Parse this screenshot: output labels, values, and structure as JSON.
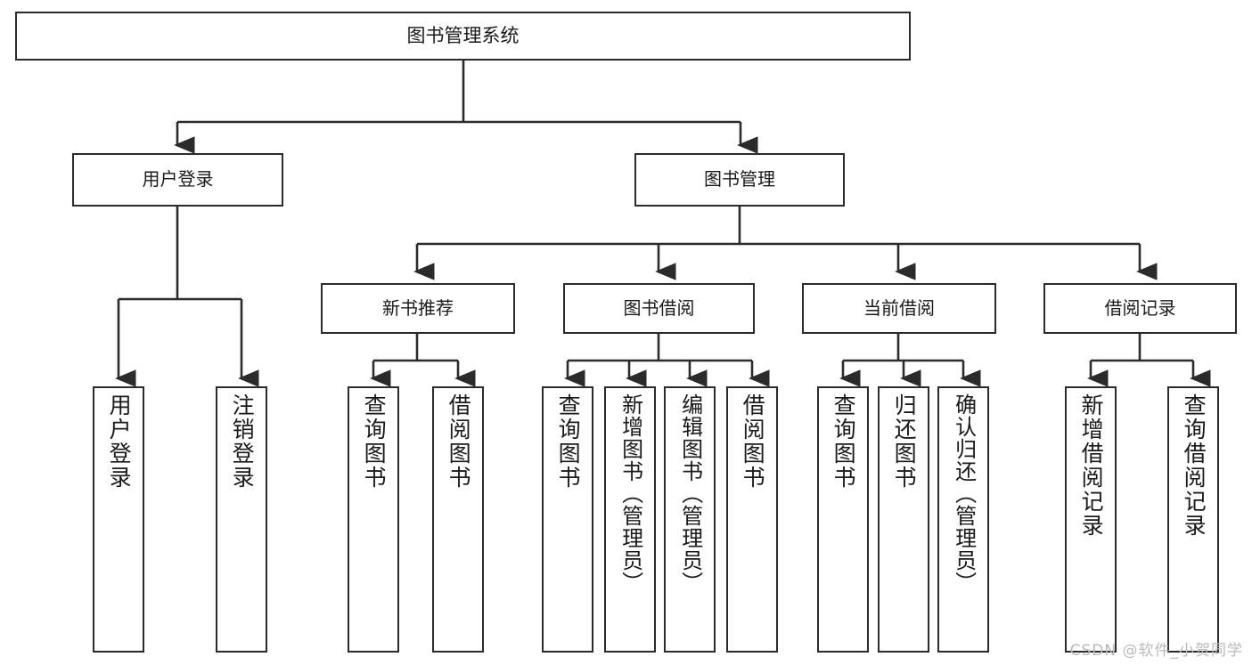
{
  "diagram": {
    "type": "tree",
    "title": "图书管理系统",
    "watermark": "CSDN @软件_小贺同学",
    "colors": {
      "stroke": "#2b2b2b",
      "fill": "#ffffff",
      "text": "#1a1a1a",
      "watermark": "#b9b9b9"
    }
  },
  "nodes": {
    "root": {
      "label": "图书管理系统",
      "level": 1
    },
    "l2": [
      {
        "label": "用户登录",
        "level": 2
      },
      {
        "label": "图书管理",
        "level": 2
      }
    ],
    "l3": [
      {
        "label": "新书推荐",
        "level": 3
      },
      {
        "label": "图书借阅",
        "level": 3
      },
      {
        "label": "当前借阅",
        "level": 3
      },
      {
        "label": "借阅记录",
        "level": 3
      }
    ],
    "leaves": [
      {
        "label": "用户登录",
        "parent": "用户登录"
      },
      {
        "label": "注销登录",
        "parent": "用户登录"
      },
      {
        "label": "查询图书",
        "parent": "新书推荐"
      },
      {
        "label": "借阅图书",
        "parent": "新书推荐"
      },
      {
        "label": "查询图书",
        "parent": "图书借阅"
      },
      {
        "label": "新增图书（管理员）",
        "parent": "图书借阅"
      },
      {
        "label": "编辑图书（管理员）",
        "parent": "图书借阅"
      },
      {
        "label": "借阅图书",
        "parent": "图书借阅"
      },
      {
        "label": "查询图书",
        "parent": "当前借阅"
      },
      {
        "label": "归还图书",
        "parent": "当前借阅"
      },
      {
        "label": "确认归还（管理员）",
        "parent": "当前借阅"
      },
      {
        "label": "新增借阅记录",
        "parent": "借阅记录"
      },
      {
        "label": "查询借阅记录",
        "parent": "借阅记录"
      }
    ]
  }
}
